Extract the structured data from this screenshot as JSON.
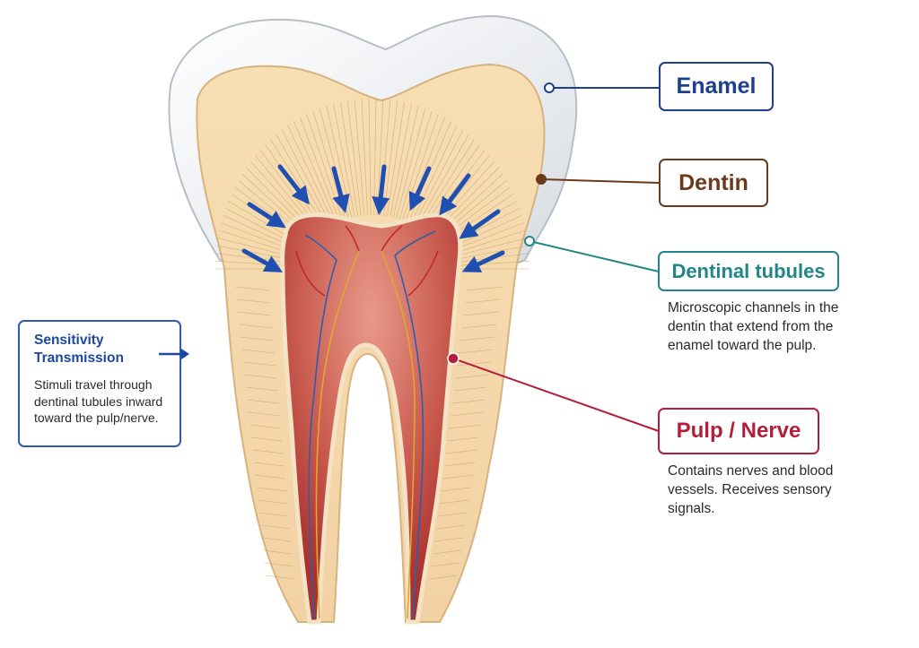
{
  "labels": {
    "enamel": "Enamel",
    "dentin": "Dentin",
    "tubules": "Dentinal tubules",
    "pulp": "Pulp / Nerve"
  },
  "descriptions": {
    "tubules": "Microscopic channels in the dentin that extend from the enamel toward the pulp.",
    "pulp": "Contains nerves and blood vessels. Receives sensory signals."
  },
  "sensitivity": {
    "title": "Sensitivity Transmission",
    "description": "Stimuli travel through dentinal tubules inward toward the pulp/nerve."
  },
  "colors": {
    "enamel": "#1d3f8f",
    "dentin": "#6b3a1d",
    "tubules": "#21858a",
    "pulp": "#b41e3a",
    "arrows": "#1f4fb0"
  }
}
